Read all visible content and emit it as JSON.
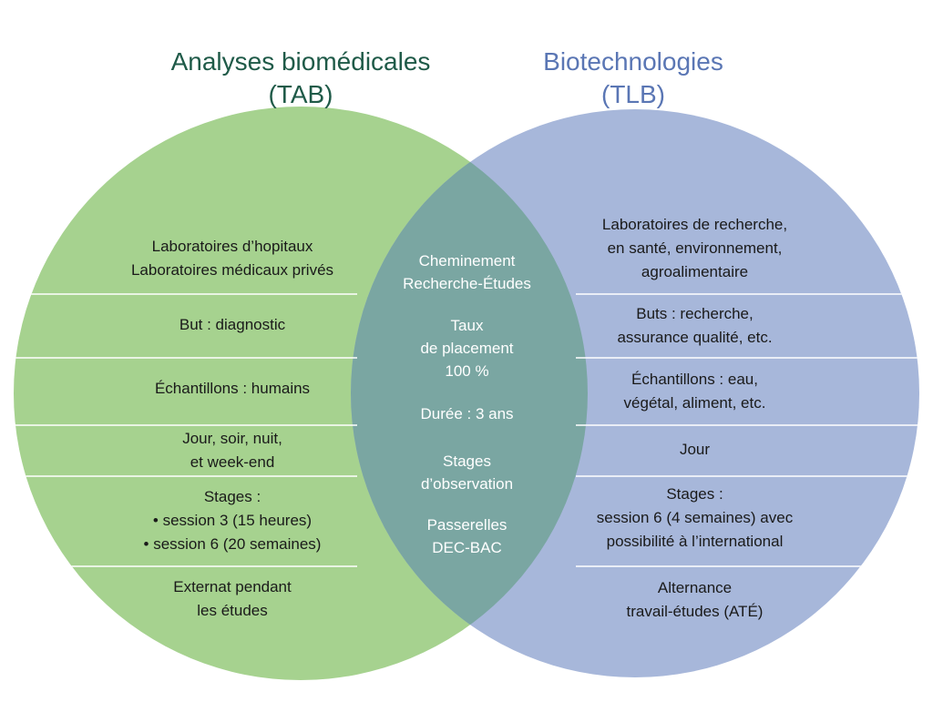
{
  "diagram": {
    "colors": {
      "left_circle": "#a6d28f",
      "right_circle": "#a7b7da",
      "overlap": "#7aa6a2",
      "divider": "#ffffff",
      "left_title": "#1f5a48",
      "right_title": "#5a76b4"
    },
    "left": {
      "title_line1": "Analyses biomédicales",
      "title_line2": "(TAB)",
      "rows": {
        "labs": [
          "Laboratoires d’hopitaux",
          "Laboratoires médicaux privés"
        ],
        "goal": "But : diagnostic",
        "samples": "Échantillons : humains",
        "schedule": [
          "Jour, soir, nuit,",
          "et week-end"
        ],
        "internships_heading": "Stages :",
        "internships": [
          "session 3 (15 heures)",
          "session 6 (20 semaines)"
        ],
        "extra": [
          "Externat pendant",
          "les études"
        ]
      }
    },
    "right": {
      "title_line1": "Biotechnologies",
      "title_line2": "(TLB)",
      "rows": {
        "labs": [
          "Laboratoires de recherche,",
          "en santé, environnement,",
          "agroalimentaire"
        ],
        "goals": [
          "Buts : recherche,",
          "assurance qualité, etc."
        ],
        "samples": [
          "Échantillons : eau,",
          "végétal, aliment, etc."
        ],
        "schedule": "Jour",
        "internships": [
          "Stages :",
          "session 6 (4 semaines) avec",
          "possibilité à l’international"
        ],
        "extra": [
          "Alternance",
          "travail-études (ATÉ)"
        ]
      }
    },
    "shared": {
      "pathway": [
        "Cheminement",
        "Recherche-Études"
      ],
      "placement": [
        "Taux",
        "de placement",
        "100 %"
      ],
      "duration": "Durée : 3 ans",
      "observation": [
        "Stages",
        "d’observation"
      ],
      "bridges": [
        "Passerelles",
        "DEC-BAC"
      ]
    }
  }
}
